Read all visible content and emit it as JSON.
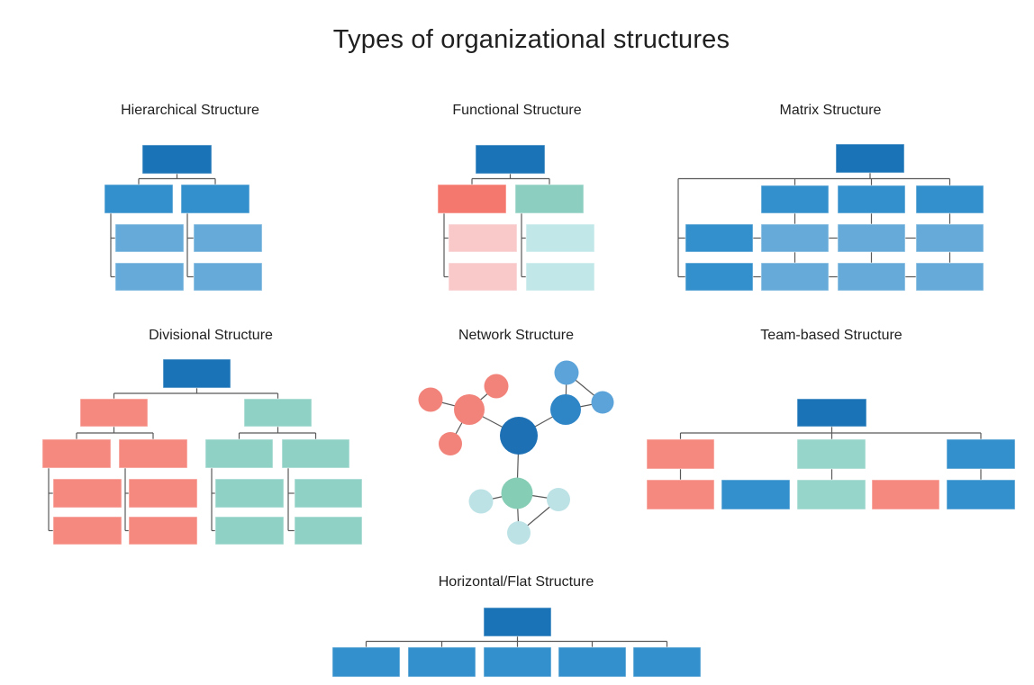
{
  "title": "Types of organizational structures",
  "sections": {
    "hierarchical": {
      "label": "Hierarchical Structure"
    },
    "functional": {
      "label": "Functional Structure"
    },
    "matrix": {
      "label": "Matrix Structure"
    },
    "divisional": {
      "label": "Divisional Structure"
    },
    "network": {
      "label": "Network Structure"
    },
    "team": {
      "label": "Team-based Structure"
    },
    "flat": {
      "label": "Horizontal/Flat Structure"
    }
  },
  "colors": {
    "dark_blue": "#1B73B7",
    "mid_blue": "#3390CC",
    "light_blue": "#66AAD9",
    "salmon": "#F4786E",
    "pink": "#F9C8C9",
    "teal": "#8CCFC1",
    "cyan": "#C2E7E9",
    "salmon2": "#F5897F",
    "teal2": "#90D1C6",
    "teal3": "#96D5C9",
    "net_center": "#1D70B4",
    "net_blue_hub": "#2F86C7",
    "net_blue_sat": "#5BA3D8",
    "net_salmon": "#F2837B",
    "net_teal_hub": "#85CDB5",
    "net_teal_sat": "#BCE2E6"
  },
  "diagram": {
    "line_color": "#595959",
    "line_width": 1.2,
    "boxes": [
      [
        "hierarchical",
        158,
        161,
        77,
        32,
        "dark_blue"
      ],
      [
        "hierarchical",
        116,
        205,
        76,
        32,
        "mid_blue"
      ],
      [
        "hierarchical",
        201,
        205,
        76,
        32,
        "mid_blue"
      ],
      [
        "hierarchical",
        128,
        249,
        76,
        31,
        "light_blue"
      ],
      [
        "hierarchical",
        215,
        249,
        76,
        31,
        "light_blue"
      ],
      [
        "hierarchical",
        128,
        292,
        76,
        31,
        "light_blue"
      ],
      [
        "hierarchical",
        215,
        292,
        76,
        31,
        "light_blue"
      ],
      [
        "functional",
        528,
        161,
        77,
        32,
        "dark_blue"
      ],
      [
        "functional",
        486,
        205,
        76,
        32,
        "salmon"
      ],
      [
        "functional",
        572,
        205,
        76,
        32,
        "teal"
      ],
      [
        "functional",
        498,
        249,
        76,
        31,
        "pink"
      ],
      [
        "functional",
        584,
        249,
        76,
        31,
        "cyan"
      ],
      [
        "functional",
        498,
        292,
        76,
        31,
        "pink"
      ],
      [
        "functional",
        584,
        292,
        76,
        31,
        "cyan"
      ],
      [
        "matrix",
        928,
        160,
        76,
        32,
        "dark_blue"
      ],
      [
        "matrix",
        845,
        206,
        75,
        31,
        "mid_blue"
      ],
      [
        "matrix",
        930,
        206,
        75,
        31,
        "mid_blue"
      ],
      [
        "matrix",
        1017,
        206,
        75,
        31,
        "mid_blue"
      ],
      [
        "matrix",
        761,
        249,
        75,
        31,
        "mid_blue"
      ],
      [
        "matrix",
        845,
        249,
        75,
        31,
        "light_blue"
      ],
      [
        "matrix",
        930,
        249,
        75,
        31,
        "light_blue"
      ],
      [
        "matrix",
        1017,
        249,
        75,
        31,
        "light_blue"
      ],
      [
        "matrix",
        761,
        292,
        75,
        31,
        "mid_blue"
      ],
      [
        "matrix",
        845,
        292,
        75,
        31,
        "light_blue"
      ],
      [
        "matrix",
        930,
        292,
        75,
        31,
        "light_blue"
      ],
      [
        "matrix",
        1017,
        292,
        75,
        31,
        "light_blue"
      ],
      [
        "divisional",
        181,
        399,
        75,
        32,
        "dark_blue"
      ],
      [
        "divisional",
        89,
        443,
        75,
        31,
        "salmon2"
      ],
      [
        "divisional",
        271,
        443,
        75,
        31,
        "teal2"
      ],
      [
        "divisional",
        47,
        488,
        76,
        32,
        "salmon2"
      ],
      [
        "divisional",
        132,
        488,
        76,
        32,
        "salmon2"
      ],
      [
        "divisional",
        228,
        488,
        75,
        32,
        "teal2"
      ],
      [
        "divisional",
        313,
        488,
        75,
        32,
        "teal2"
      ],
      [
        "divisional",
        59,
        532,
        76,
        32,
        "salmon2"
      ],
      [
        "divisional",
        143,
        532,
        76,
        32,
        "salmon2"
      ],
      [
        "divisional",
        239,
        532,
        76,
        32,
        "teal2"
      ],
      [
        "divisional",
        327,
        532,
        75,
        32,
        "teal2"
      ],
      [
        "divisional",
        59,
        574,
        76,
        31,
        "salmon2"
      ],
      [
        "divisional",
        143,
        574,
        76,
        31,
        "salmon2"
      ],
      [
        "divisional",
        239,
        574,
        76,
        31,
        "teal2"
      ],
      [
        "divisional",
        327,
        574,
        75,
        31,
        "teal2"
      ],
      [
        "team",
        885,
        443,
        77,
        31,
        "dark_blue"
      ],
      [
        "team",
        718,
        488,
        75,
        33,
        "salmon2"
      ],
      [
        "team",
        885,
        488,
        76,
        33,
        "teal3"
      ],
      [
        "team",
        1051,
        488,
        76,
        33,
        "mid_blue"
      ],
      [
        "team",
        718,
        533,
        75,
        33,
        "salmon2"
      ],
      [
        "team",
        801,
        533,
        76,
        33,
        "mid_blue"
      ],
      [
        "team",
        885,
        533,
        76,
        33,
        "teal3"
      ],
      [
        "team",
        968,
        533,
        75,
        33,
        "salmon2"
      ],
      [
        "team",
        1051,
        533,
        76,
        33,
        "mid_blue"
      ],
      [
        "flat",
        537,
        675,
        75,
        32,
        "dark_blue"
      ],
      [
        "flat",
        369,
        719,
        75,
        33,
        "mid_blue"
      ],
      [
        "flat",
        453,
        719,
        75,
        33,
        "mid_blue"
      ],
      [
        "flat",
        537,
        719,
        75,
        33,
        "mid_blue"
      ],
      [
        "flat",
        620,
        719,
        75,
        33,
        "mid_blue"
      ],
      [
        "flat",
        703,
        719,
        75,
        33,
        "mid_blue"
      ]
    ],
    "lines": [
      [
        "hierarchical",
        196.5,
        193,
        196.5,
        198.5
      ],
      [
        "hierarchical",
        154,
        198.5,
        239,
        198.5
      ],
      [
        "hierarchical",
        154,
        198.5,
        154,
        205
      ],
      [
        "hierarchical",
        239,
        198.5,
        239,
        205
      ],
      [
        "hierarchical",
        123,
        237,
        123,
        307.5
      ],
      [
        "hierarchical",
        123,
        264.5,
        128,
        264.5
      ],
      [
        "hierarchical",
        123,
        307.5,
        128,
        307.5
      ],
      [
        "hierarchical",
        208,
        237,
        208,
        307.5
      ],
      [
        "hierarchical",
        208,
        264.5,
        215,
        264.5
      ],
      [
        "hierarchical",
        208,
        307.5,
        215,
        307.5
      ],
      [
        "functional",
        566.5,
        193,
        566.5,
        198.5
      ],
      [
        "functional",
        524,
        198.5,
        610,
        198.5
      ],
      [
        "functional",
        524,
        198.5,
        524,
        205
      ],
      [
        "functional",
        610,
        198.5,
        610,
        205
      ],
      [
        "functional",
        493,
        237,
        493,
        307.5
      ],
      [
        "functional",
        493,
        264.5,
        498,
        264.5
      ],
      [
        "functional",
        493,
        307.5,
        498,
        307.5
      ],
      [
        "functional",
        579,
        237,
        579,
        307.5
      ],
      [
        "functional",
        579,
        264.5,
        584,
        264.5
      ],
      [
        "functional",
        579,
        307.5,
        584,
        307.5
      ],
      [
        "matrix",
        966,
        192,
        966,
        198.5
      ],
      [
        "matrix",
        753,
        198.5,
        1054.5,
        198.5
      ],
      [
        "matrix",
        882.5,
        198.5,
        882.5,
        206
      ],
      [
        "matrix",
        967.5,
        198.5,
        967.5,
        206
      ],
      [
        "matrix",
        1054.5,
        198.5,
        1054.5,
        206
      ],
      [
        "matrix",
        753,
        198.5,
        753,
        307.5
      ],
      [
        "matrix",
        753,
        264.5,
        761,
        264.5
      ],
      [
        "matrix",
        753,
        307.5,
        761,
        307.5
      ],
      [
        "matrix",
        882.5,
        237,
        882.5,
        249
      ],
      [
        "matrix",
        967.5,
        237,
        967.5,
        249
      ],
      [
        "matrix",
        1054.5,
        237,
        1054.5,
        249
      ],
      [
        "matrix",
        882.5,
        280,
        882.5,
        292
      ],
      [
        "matrix",
        967.5,
        280,
        967.5,
        292
      ],
      [
        "matrix",
        1054.5,
        280,
        1054.5,
        292
      ],
      [
        "matrix",
        836,
        264.5,
        845,
        264.5
      ],
      [
        "matrix",
        920,
        264.5,
        930,
        264.5
      ],
      [
        "matrix",
        1005,
        264.5,
        1017,
        264.5
      ],
      [
        "matrix",
        836,
        307.5,
        845,
        307.5
      ],
      [
        "matrix",
        920,
        307.5,
        930,
        307.5
      ],
      [
        "matrix",
        1005,
        307.5,
        1017,
        307.5
      ],
      [
        "divisional",
        218.5,
        431,
        218.5,
        437
      ],
      [
        "divisional",
        126.5,
        437,
        308.5,
        437
      ],
      [
        "divisional",
        126.5,
        437,
        126.5,
        443
      ],
      [
        "divisional",
        308.5,
        437,
        308.5,
        443
      ],
      [
        "divisional",
        126.5,
        474,
        126.5,
        481
      ],
      [
        "divisional",
        85,
        481,
        170,
        481
      ],
      [
        "divisional",
        85,
        481,
        85,
        488
      ],
      [
        "divisional",
        170,
        481,
        170,
        488
      ],
      [
        "divisional",
        308.5,
        474,
        308.5,
        481
      ],
      [
        "divisional",
        265.5,
        481,
        350.5,
        481
      ],
      [
        "divisional",
        265.5,
        481,
        265.5,
        488
      ],
      [
        "divisional",
        350.5,
        481,
        350.5,
        488
      ],
      [
        "divisional",
        54,
        520,
        54,
        589.5
      ],
      [
        "divisional",
        54,
        548,
        59,
        548
      ],
      [
        "divisional",
        54,
        589.5,
        59,
        589.5
      ],
      [
        "divisional",
        139,
        520,
        139,
        589.5
      ],
      [
        "divisional",
        139,
        548,
        143,
        548
      ],
      [
        "divisional",
        139,
        589.5,
        143,
        589.5
      ],
      [
        "divisional",
        235,
        520,
        235,
        589.5
      ],
      [
        "divisional",
        235,
        548,
        239,
        548
      ],
      [
        "divisional",
        235,
        589.5,
        239,
        589.5
      ],
      [
        "divisional",
        320,
        520,
        320,
        589.5
      ],
      [
        "divisional",
        320,
        548,
        327,
        548
      ],
      [
        "divisional",
        320,
        589.5,
        327,
        589.5
      ],
      [
        "network",
        576,
        484,
        521,
        455
      ],
      [
        "network",
        576,
        484,
        628,
        455
      ],
      [
        "network",
        576,
        484,
        574,
        548
      ],
      [
        "network",
        521,
        455,
        551,
        429
      ],
      [
        "network",
        521,
        455,
        478,
        444
      ],
      [
        "network",
        521,
        455,
        500,
        493
      ],
      [
        "network",
        628,
        455,
        629,
        414
      ],
      [
        "network",
        628,
        455,
        669,
        447
      ],
      [
        "network",
        629,
        414,
        669,
        447
      ],
      [
        "network",
        574,
        548,
        534,
        557
      ],
      [
        "network",
        574,
        548,
        620,
        555
      ],
      [
        "network",
        574,
        548,
        576,
        592
      ],
      [
        "network",
        576,
        592,
        620,
        555
      ],
      [
        "team",
        923.5,
        474,
        923.5,
        481
      ],
      [
        "team",
        755.5,
        481,
        1089,
        481
      ],
      [
        "team",
        755.5,
        481,
        755.5,
        488
      ],
      [
        "team",
        923.5,
        481,
        923.5,
        488
      ],
      [
        "team",
        1089,
        481,
        1089,
        488
      ],
      [
        "team",
        755.5,
        521,
        755.5,
        533
      ],
      [
        "team",
        923.5,
        521,
        923.5,
        533
      ],
      [
        "team",
        1089,
        521,
        1089,
        533
      ],
      [
        "flat",
        574.5,
        707,
        574.5,
        712.5
      ],
      [
        "flat",
        406.5,
        712.5,
        740.5,
        712.5
      ],
      [
        "flat",
        406.5,
        712.5,
        406.5,
        719
      ],
      [
        "flat",
        490.5,
        712.5,
        490.5,
        719
      ],
      [
        "flat",
        574.5,
        712.5,
        574.5,
        719
      ],
      [
        "flat",
        657.5,
        712.5,
        657.5,
        719
      ],
      [
        "flat",
        740.5,
        712.5,
        740.5,
        719
      ]
    ],
    "circles": [
      [
        "network",
        551,
        429,
        13.5,
        "net_salmon"
      ],
      [
        "network",
        478,
        444,
        13.5,
        "net_salmon"
      ],
      [
        "network",
        500,
        493,
        13,
        "net_salmon"
      ],
      [
        "network",
        521,
        455,
        17,
        "net_salmon"
      ],
      [
        "network",
        629,
        414,
        13.5,
        "net_blue_sat"
      ],
      [
        "network",
        669,
        447,
        12.5,
        "net_blue_sat"
      ],
      [
        "network",
        628,
        455,
        17,
        "net_blue_hub"
      ],
      [
        "network",
        534,
        557,
        13.5,
        "net_teal_sat"
      ],
      [
        "network",
        620,
        555,
        13,
        "net_teal_sat"
      ],
      [
        "network",
        576,
        592,
        13,
        "net_teal_sat"
      ],
      [
        "network",
        574,
        548,
        17.5,
        "net_teal_hub"
      ],
      [
        "network",
        576,
        484,
        21,
        "net_center"
      ]
    ]
  }
}
